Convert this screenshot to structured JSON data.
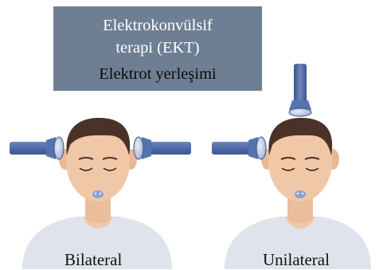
{
  "title": {
    "line1": "Elektrokonvülsif",
    "line2": "terapi (EKT)",
    "line3": "Elektrot yerleşimi"
  },
  "labels": {
    "left": "Bilateral",
    "right": "Unilateral"
  },
  "colors": {
    "title_box": "#6e7f94",
    "electrode": "#4f6aa8",
    "skin": "#f0c8a8",
    "hair": "#4a3228",
    "shirt": "#dfe3eb"
  }
}
